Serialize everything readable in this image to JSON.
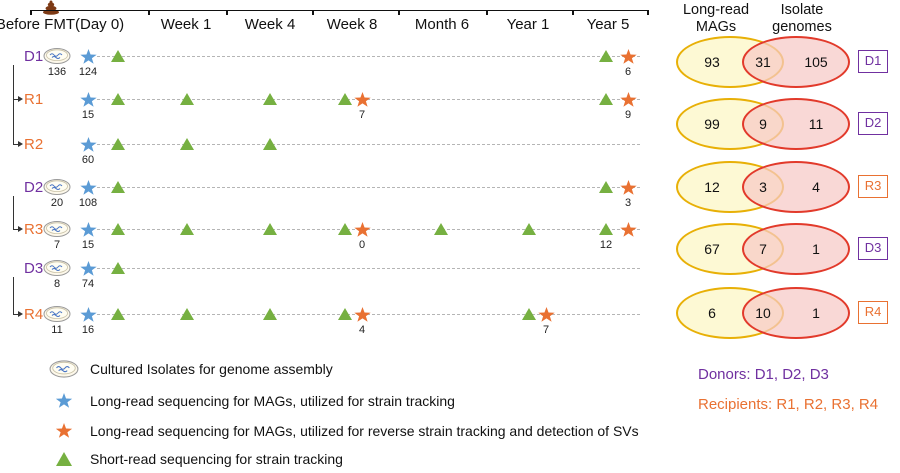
{
  "colors": {
    "donor": "#7030a0",
    "recipient": "#e97132",
    "long_read_star": "#5b9bd5",
    "reverse_star": "#e97132",
    "short_read_triangle": "#76b041",
    "venn_left_stroke": "#e8b007",
    "venn_right_stroke": "#e23a2b"
  },
  "timeline": {
    "axis_labels": [
      "Before FMT(Day 0)",
      "Week 1",
      "Week 4",
      "Week 8",
      "Month 6",
      "Year 1",
      "Year 5"
    ],
    "rows": [
      {
        "id": "D1",
        "type": "donor",
        "dish_count": "136",
        "markers": [
          {
            "kind": "star-blue",
            "at": "longread",
            "count": "124"
          },
          {
            "kind": "triangle",
            "at": "day0"
          },
          {
            "kind": "triangle",
            "at": "year5"
          },
          {
            "kind": "star-orange",
            "at": "year5_star",
            "count": "6"
          }
        ]
      },
      {
        "id": "R1",
        "type": "recipient",
        "markers": [
          {
            "kind": "star-blue",
            "at": "longread",
            "count": "15"
          },
          {
            "kind": "triangle",
            "at": "day0"
          },
          {
            "kind": "triangle",
            "at": "week1"
          },
          {
            "kind": "triangle",
            "at": "week4"
          },
          {
            "kind": "triangle",
            "at": "week8"
          },
          {
            "kind": "star-orange",
            "at": "week8_star",
            "count": "7"
          },
          {
            "kind": "triangle",
            "at": "year5"
          },
          {
            "kind": "star-orange",
            "at": "year5_star",
            "count": "9"
          }
        ]
      },
      {
        "id": "R2",
        "type": "recipient",
        "markers": [
          {
            "kind": "star-blue",
            "at": "longread",
            "count": "60"
          },
          {
            "kind": "triangle",
            "at": "day0"
          },
          {
            "kind": "triangle",
            "at": "week1"
          },
          {
            "kind": "triangle",
            "at": "week4"
          }
        ]
      },
      {
        "id": "D2",
        "type": "donor",
        "dish_count": "20",
        "markers": [
          {
            "kind": "star-blue",
            "at": "longread",
            "count": "108"
          },
          {
            "kind": "triangle",
            "at": "day0"
          },
          {
            "kind": "triangle",
            "at": "year5"
          },
          {
            "kind": "star-orange",
            "at": "year5_star",
            "count": "3"
          }
        ]
      },
      {
        "id": "R3",
        "type": "recipient",
        "dish_count": "7",
        "markers": [
          {
            "kind": "star-blue",
            "at": "longread",
            "count": "15"
          },
          {
            "kind": "triangle",
            "at": "day0"
          },
          {
            "kind": "triangle",
            "at": "week1"
          },
          {
            "kind": "triangle",
            "at": "week4"
          },
          {
            "kind": "triangle",
            "at": "week8"
          },
          {
            "kind": "star-orange",
            "at": "week8_star",
            "count": "0"
          },
          {
            "kind": "triangle",
            "at": "month6"
          },
          {
            "kind": "triangle",
            "at": "year1"
          },
          {
            "kind": "triangle",
            "at": "year5",
            "count": "12"
          },
          {
            "kind": "star-orange",
            "at": "year5_star"
          }
        ]
      },
      {
        "id": "D3",
        "type": "donor",
        "dish_count": "8",
        "markers": [
          {
            "kind": "star-blue",
            "at": "longread",
            "count": "74"
          },
          {
            "kind": "triangle",
            "at": "day0"
          }
        ]
      },
      {
        "id": "R4",
        "type": "recipient",
        "dish_count": "11",
        "markers": [
          {
            "kind": "star-blue",
            "at": "longread",
            "count": "16"
          },
          {
            "kind": "triangle",
            "at": "day0"
          },
          {
            "kind": "triangle",
            "at": "week1"
          },
          {
            "kind": "triangle",
            "at": "week4"
          },
          {
            "kind": "triangle",
            "at": "week8"
          },
          {
            "kind": "star-orange",
            "at": "week8_star",
            "count": "4"
          },
          {
            "kind": "triangle",
            "at": "year1"
          },
          {
            "kind": "star-orange",
            "at": "year1_star",
            "count": "7"
          }
        ]
      }
    ],
    "groups": [
      {
        "donor": "D1",
        "recipients": [
          "R1",
          "R2"
        ]
      },
      {
        "donor": "D2",
        "recipients": [
          "R3"
        ]
      },
      {
        "donor": "D3",
        "recipients": [
          "R4"
        ]
      }
    ]
  },
  "venn": {
    "headers": [
      "Long-read MAGs",
      "Isolate genomes"
    ],
    "rows": [
      {
        "label": "D1",
        "type": "donor",
        "left": "93",
        "overlap": "31",
        "right": "105"
      },
      {
        "label": "D2",
        "type": "donor",
        "left": "99",
        "overlap": "9",
        "right": "11"
      },
      {
        "label": "R3",
        "type": "recipient",
        "left": "12",
        "overlap": "3",
        "right": "4"
      },
      {
        "label": "D3",
        "type": "donor",
        "left": "67",
        "overlap": "7",
        "right": "1"
      },
      {
        "label": "R4",
        "type": "recipient",
        "left": "6",
        "overlap": "10",
        "right": "1"
      }
    ]
  },
  "legend": [
    {
      "icon": "petri-dish-icon",
      "text": "Cultured Isolates for genome assembly"
    },
    {
      "icon": "blue-star-icon",
      "text": "Long-read sequencing for MAGs, utilized for strain tracking"
    },
    {
      "icon": "orange-star-icon",
      "text": "Long-read sequencing for MAGs, utilized for reverse strain tracking and detection of SVs"
    },
    {
      "icon": "green-triangle-icon",
      "text": "Short-read sequencing for strain tracking"
    }
  ],
  "notes": {
    "donors": "Donors: D1, D2, D3",
    "recipients": "Recipients: R1, R2, R3, R4"
  }
}
